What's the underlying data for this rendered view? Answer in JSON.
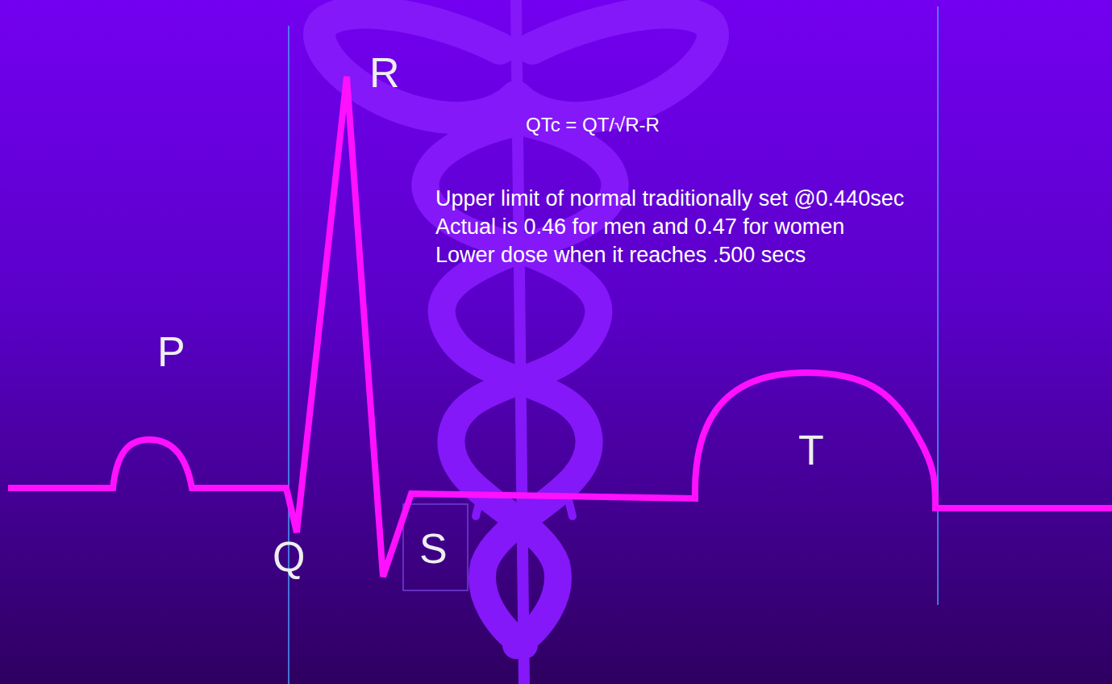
{
  "diagram": {
    "labels": [
      "P",
      "R",
      "Q",
      "S",
      "T",
      "QTc = QT/√R-R",
      "Upper limit of normal traditionally set @0.440sec",
      "Actual is 0.46 for men and 0.47 for women",
      "Lower dose when it reaches .500 secs"
    ]
  }
}
